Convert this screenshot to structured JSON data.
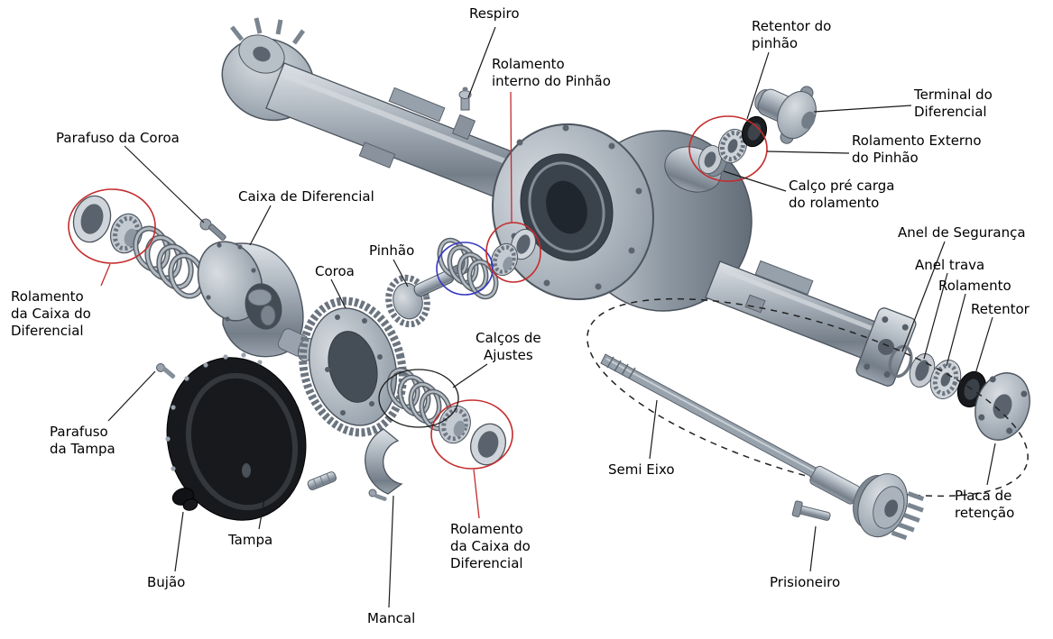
{
  "colors": {
    "highlight_red": "#c42c2c",
    "highlight_blue": "#3838c0",
    "highlight_black": "#1a1a1a",
    "leader": "#1a1a1a",
    "metal_light": "#d9dee3",
    "metal_dark": "#747e89",
    "black_part": "#17191c"
  },
  "labels": {
    "respiro": "Respiro",
    "rolamento_interno_pinhao": "Rolamento\ninterno do Pinhão",
    "retentor_do_pinhao": "Retentor do\npinhão",
    "terminal_do_diferencial": "Terminal do\nDiferencial",
    "rolamento_externo_do_pinhao": "Rolamento Externo\ndo Pinhão",
    "calco_pre_carga": "Calço pré carga\ndo rolamento",
    "anel_de_seguranca": "Anel de Segurança",
    "anel_trava": "Anel trava",
    "rolamento": "Rolamento",
    "retentor": "Retentor",
    "parafuso_da_coroa": "Parafuso da Coroa",
    "caixa_de_diferencial": "Caixa de Diferencial",
    "rolamento_caixa_diferencial_esq": "Rolamento\nda Caixa do\nDiferencial",
    "coroa": "Coroa",
    "pinhao": "Pinhão",
    "calcos_de_ajustes": "Calços de\nAjustes",
    "parafuso_da_tampa": "Parafuso\nda Tampa",
    "tampa": "Tampa",
    "bujao": "Bujão",
    "mancal": "Mancal",
    "rolamento_caixa_diferencial_inf": "Rolamento\nda Caixa do\nDiferencial",
    "semi_eixo": "Semi Eixo",
    "prisioneiro": "Prisioneiro",
    "placa_de_retencao": "Placa de\nretenção"
  }
}
